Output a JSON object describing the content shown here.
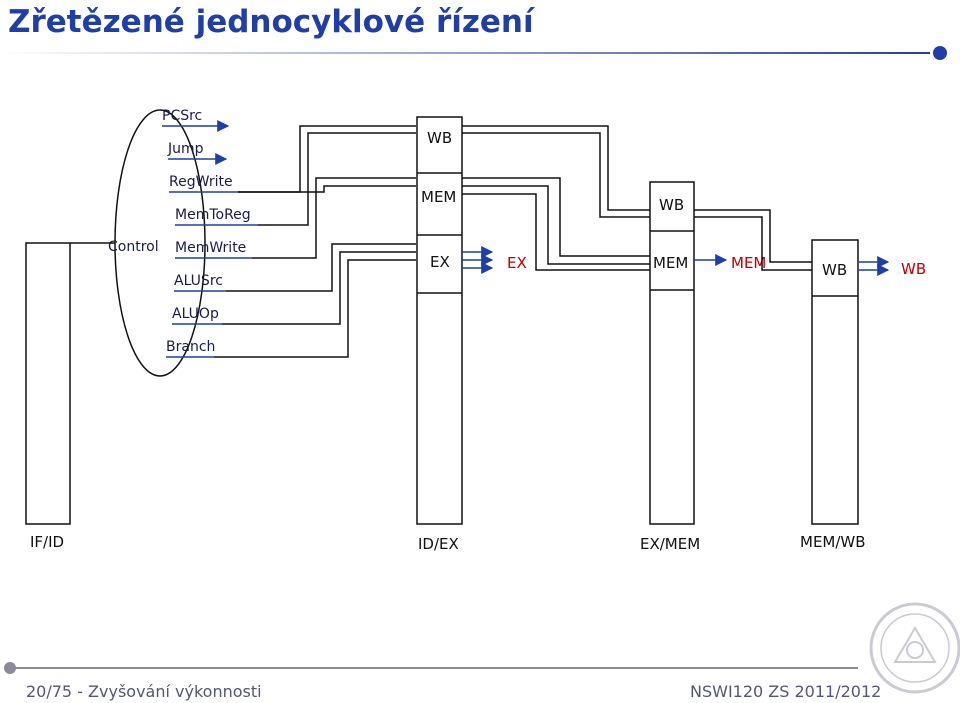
{
  "title": "Zřetězené jednocyklové řízení",
  "control": {
    "label": "Control",
    "signals": [
      "PCSrc",
      "Jump",
      "RegWrite",
      "MemToReg",
      "MemWrite",
      "ALUSrc",
      "ALUOp",
      "Branch"
    ]
  },
  "id_ex": {
    "wb": "WB",
    "mem": "MEM",
    "ex": "EX",
    "out_ex": "EX"
  },
  "ex_mem": {
    "wb": "WB",
    "mem": "MEM",
    "out_mem": "MEM"
  },
  "mem_wb": {
    "wb": "WB",
    "out_wb": "WB"
  },
  "registers": {
    "if_id": "IF/ID",
    "id_ex": "ID/EX",
    "ex_mem": "EX/MEM",
    "mem_wb": "MEM/WB"
  },
  "footer": {
    "left": "20/75 - Zvyšování výkonnosti",
    "right": "NSWI120 ZS 2011/2012"
  },
  "colors": {
    "title": "#1f3fa6",
    "accent": "#1f3fa6",
    "highlight": "#c00000",
    "text": "#1a1a4d"
  }
}
